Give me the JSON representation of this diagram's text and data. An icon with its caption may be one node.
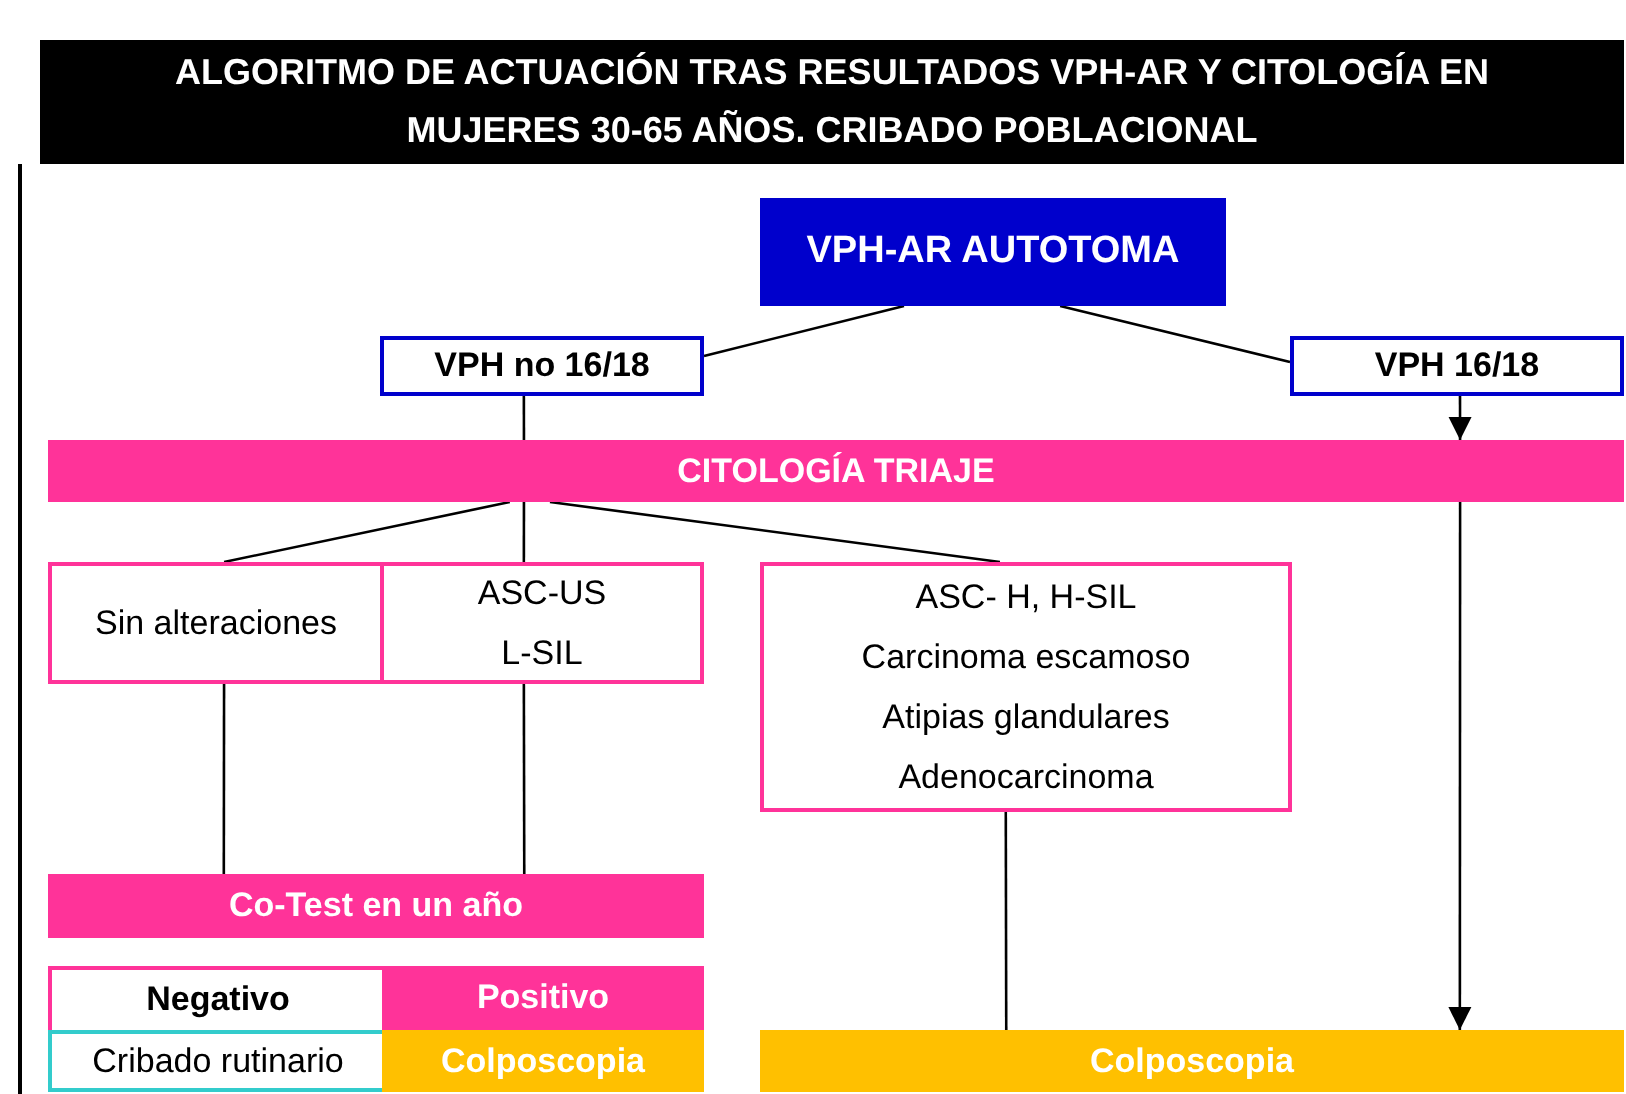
{
  "diagram": {
    "title": "ALGORITMO DE ACTUACIÓN TRAS RESULTADOS VPH-AR Y CITOLOGÍA EN MUJERES 30-65 AÑOS. CRIBADO POBLACIONAL",
    "nodes": [
      {
        "text": [
          "VPH-AR AUTOTOMA"
        ]
      },
      {
        "text": [
          "VPH no 16/18"
        ]
      },
      {
        "text": [
          "VPH 16/18"
        ]
      },
      {
        "text": [
          "CITOLOGÍA TRIAJE"
        ]
      },
      {
        "text": [
          "Sin alteraciones"
        ]
      },
      {
        "text": [
          "ASC-US L-SIL"
        ]
      },
      {
        "text": [
          "ASC- H, H-SIL",
          "Carcinoma escamoso",
          "Atipias glandulares",
          "Adenocarcinoma"
        ]
      },
      {
        "text": [
          "Co-Test en un año"
        ]
      },
      {
        "text": [
          "Negativo"
        ]
      },
      {
        "text": [
          "Positivo"
        ]
      },
      {
        "text": [
          "Cribado rutinario"
        ]
      },
      {
        "text": [
          "Colposcopia"
        ]
      },
      {
        "text": [
          "Colposcopia"
        ]
      }
    ],
    "edges": [
      {
        "from": 0,
        "to": 1,
        "arrow": "none"
      },
      {
        "from": 0,
        "to": 2,
        "arrow": "none"
      },
      {
        "from": 1,
        "to": 3,
        "arrow": "none"
      },
      {
        "from": 2,
        "to": 3,
        "arrow": "to"
      },
      {
        "from": 3,
        "to": 4,
        "arrow": "none"
      },
      {
        "from": 3,
        "to": 5,
        "arrow": "none"
      },
      {
        "from": 3,
        "to": 6,
        "arrow": "none"
      },
      {
        "from": 4,
        "to": 7,
        "arrow": "none"
      },
      {
        "from": 5,
        "to": 7,
        "arrow": "none"
      },
      {
        "from": 6,
        "to": 12,
        "arrow": "none"
      },
      {
        "from": 3,
        "to": 12,
        "arrow": "to"
      }
    ]
  }
}
